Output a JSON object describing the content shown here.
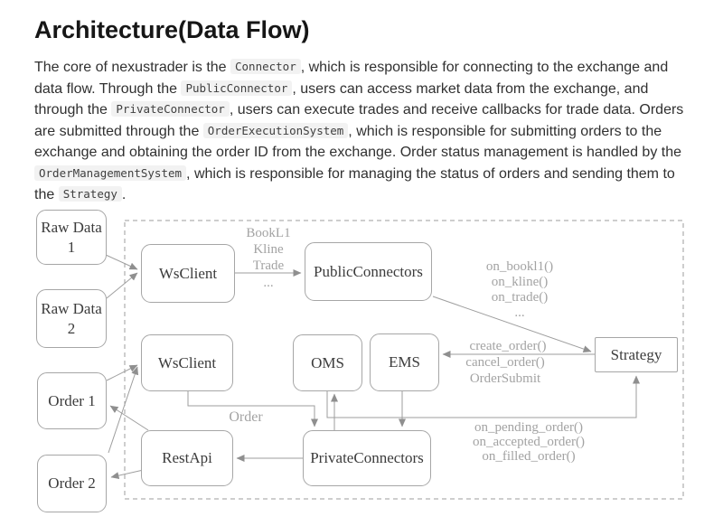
{
  "page": {
    "title": "Architecture(Data Flow)"
  },
  "paragraph": {
    "t1": "The core of nexustrader is the ",
    "c1": "Connector",
    "t2": ", which is responsible for connecting to the exchange and data flow. Through the ",
    "c2": "PublicConnector",
    "t3": ", users can access market data from the exchange, and through the ",
    "c3": "PrivateConnector",
    "t4": ", users can execute trades and receive callbacks for trade data. Orders are submitted through the ",
    "c4": "OrderExecutionSystem",
    "t5": ", which is responsible for submitting orders to the exchange and obtaining the order ID from the exchange. Order status management is handled by the ",
    "c5": "OrderManagementSystem",
    "t6": ", which is responsible for managing the status of orders and sending them to the ",
    "c6": "Strategy",
    "t7": "."
  },
  "diagram": {
    "boxes": {
      "raw_data_1": "Raw Data 1",
      "raw_data_2": "Raw Data 2",
      "order_1": "Order 1",
      "order_2": "Order 2",
      "ws_client_1": "WsClient",
      "ws_client_2": "WsClient",
      "rest_api": "RestApi",
      "public_connectors": "PublicConnectors",
      "private_connectors": "PrivateConnectors",
      "oms": "OMS",
      "ems": "EMS",
      "strategy": "Strategy"
    },
    "labels": {
      "market_stream": "BookL1\nKline\nTrade",
      "market_stream_more": "...",
      "market_callbacks": "on_bookl1()\non_kline()\non_trade()\n...",
      "order_commands_top": "create_order()",
      "order_commands_bottom": "cancel_order()\nOrderSubmit",
      "order": "Order",
      "order_callbacks": "on_pending_order()\non_accepted_order()\non_filled_order()"
    },
    "colors": {
      "line": "#9e9e9e",
      "box_border": "#a6a6a6",
      "label_text": "#a3a3a3",
      "box_text": "#3c3c3c",
      "code_bg": "#f2f2f2"
    }
  }
}
